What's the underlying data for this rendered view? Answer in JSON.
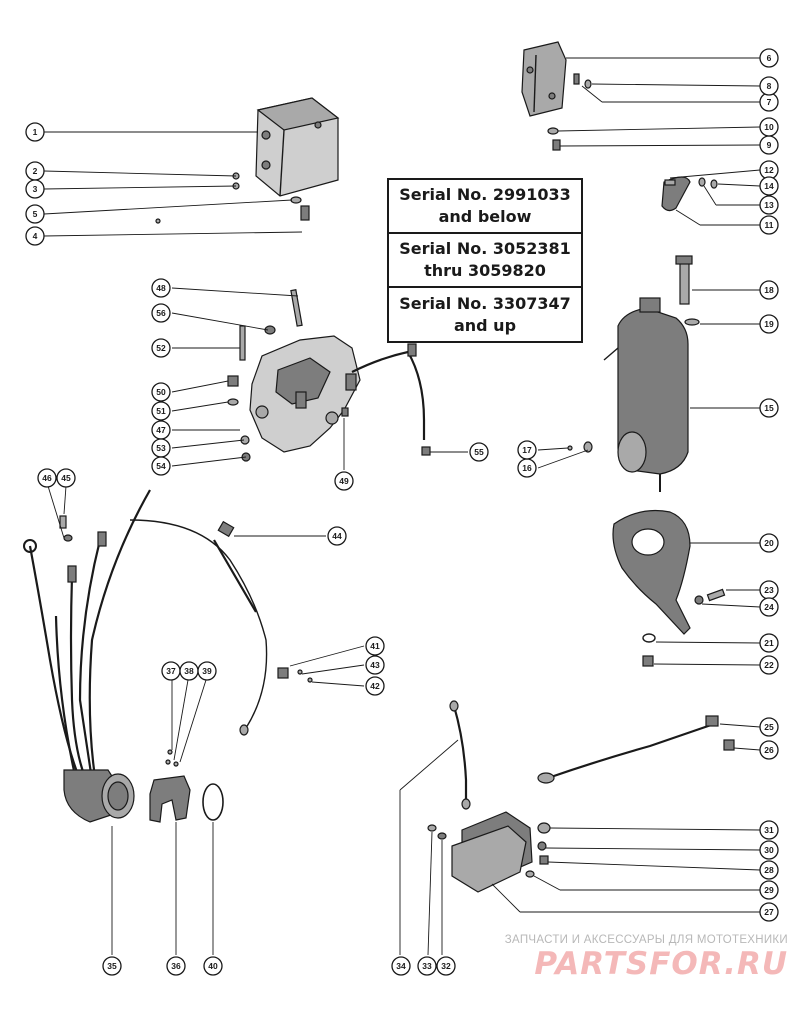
{
  "serial_notes": [
    {
      "line1": "Serial No. 2991033",
      "line2": "and below"
    },
    {
      "line1": "Serial No. 3052381",
      "line2": "thru 3059820"
    },
    {
      "line1": "Serial No. 3307347",
      "line2": "and up"
    }
  ],
  "callouts": [
    "1",
    "2",
    "3",
    "4",
    "5",
    "6",
    "7",
    "8",
    "9",
    "10",
    "11",
    "12",
    "13",
    "14",
    "15",
    "16",
    "17",
    "18",
    "19",
    "20",
    "21",
    "22",
    "23",
    "24",
    "25",
    "26",
    "27",
    "28",
    "29",
    "30",
    "31",
    "32",
    "33",
    "34",
    "35",
    "36",
    "37",
    "38",
    "39",
    "40",
    "41",
    "42",
    "43",
    "44",
    "45",
    "46",
    "47",
    "48",
    "49",
    "50",
    "51",
    "52",
    "53",
    "54",
    "55",
    "56"
  ],
  "watermark": {
    "tagline": "ЗАПЧАСТИ И АКСЕССУАРЫ ДЛЯ МОТОТЕХНИКИ",
    "logo": "PARTSFOR.RU"
  },
  "colors": {
    "ink": "#1a1a1a",
    "watermark_logo": "#f4b8b8",
    "watermark_text": "#b8b8b8"
  }
}
